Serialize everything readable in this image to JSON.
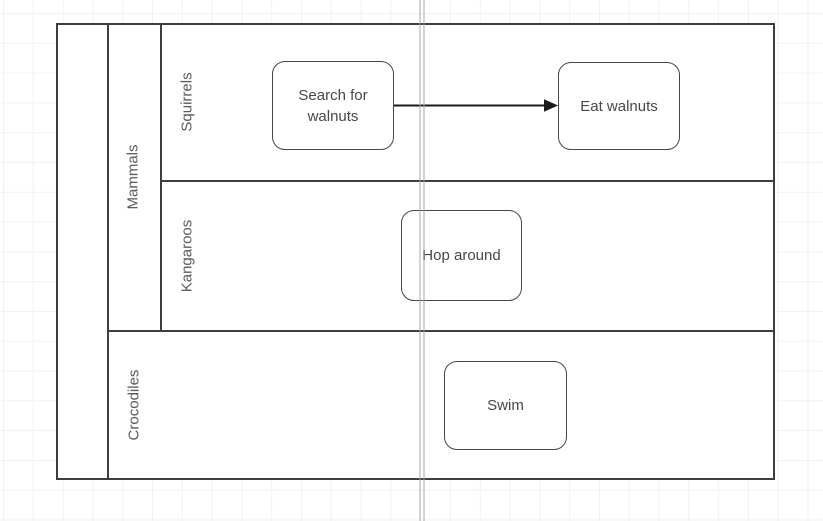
{
  "canvas": {
    "background": "#ffffff",
    "grid_color": "#f1f1f1",
    "page_break_color": "#aaaaaa"
  },
  "diagram": {
    "type": "bpmn-swimlane-pool",
    "stroke_color": "#3e3e3e",
    "task_text_color": "#484848",
    "lane_text_color": "#5a5a5a",
    "pool_title": "",
    "lanes": [
      {
        "label": "Mammals",
        "sublanes": [
          {
            "label": "Squirrels"
          },
          {
            "label": "Kangaroos"
          }
        ]
      },
      {
        "label": "Crocodiles",
        "sublanes": []
      }
    ],
    "tasks": [
      {
        "id": "search-for-walnuts",
        "label": "Search for walnuts",
        "lane": "Squirrels"
      },
      {
        "id": "eat-walnuts",
        "label": "Eat walnuts",
        "lane": "Squirrels"
      },
      {
        "id": "hop-around",
        "label": "Hop around",
        "lane": "Kangaroos"
      },
      {
        "id": "swim",
        "label": "Swim",
        "lane": "Crocodiles"
      }
    ],
    "connectors": [
      {
        "from": "search-for-walnuts",
        "to": "eat-walnuts",
        "style": "solid-arrow"
      }
    ]
  }
}
